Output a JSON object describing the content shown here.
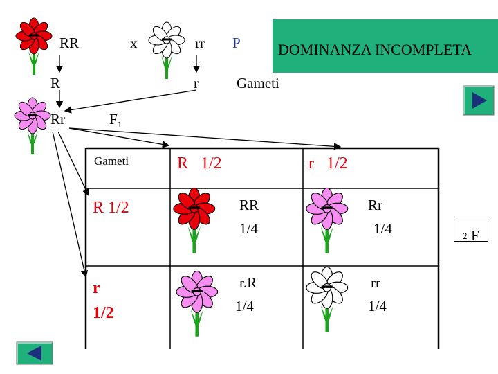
{
  "header": {
    "parent_red_label": "RR",
    "cross_symbol": "x",
    "parent_white_label": "rr",
    "generation_p": "P",
    "title": "DOMINANZA INCOMPLETA"
  },
  "gametes_parents": {
    "left": "R",
    "right": "r",
    "label": "Gameti"
  },
  "f1": {
    "flower_label": "Rr",
    "generation_label": "F",
    "generation_sub": "1"
  },
  "punnett": {
    "corner_label": "Gameti",
    "col_headers": [
      "R   1/2",
      "r   1/2"
    ],
    "row_headers": [
      {
        "line1": "R 1/2",
        "line2": ""
      },
      {
        "line1": "r",
        "line2": "1/2"
      }
    ],
    "cells": [
      {
        "genotype": "RR",
        "fraction": "1/4",
        "flower": "red"
      },
      {
        "genotype": "Rr",
        "fraction": "1/4",
        "flower": "pink"
      },
      {
        "genotype": "r.R",
        "fraction": "1/4",
        "flower": "pink"
      },
      {
        "genotype": "rr",
        "fraction": "1/4",
        "flower": "white"
      }
    ]
  },
  "f2": {
    "label": "F",
    "sub": "2"
  },
  "colors": {
    "banner": "#1fb07c",
    "nav_button": "#1fb07c",
    "nav_arrow": "#1b2f7a",
    "red_flower": "#e8000a",
    "pink_flower": "#f58ef0",
    "white_flower": "#ffffff",
    "stem": "#1aa51a"
  },
  "icons": {
    "next": "play-right-icon",
    "prev": "play-left-icon"
  }
}
